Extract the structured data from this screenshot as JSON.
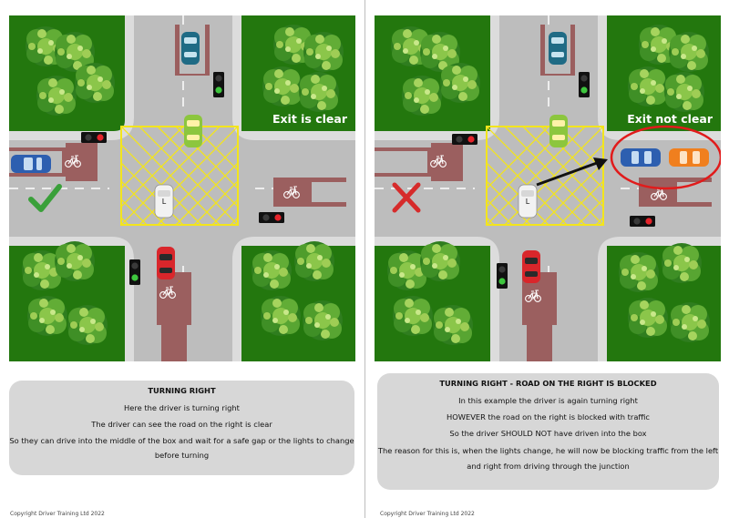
{
  "left_panel": {
    "exit_label": "Exit is clear",
    "title": "TURNING RIGHT",
    "lines": [
      "Here the driver is turning right",
      "The driver can see the road on the right is clear",
      "So they can drive into the middle of the box and wait for a safe gap or the lights to change",
      "before turning"
    ],
    "copyright": "Copyright Driver Training Ltd 2022"
  },
  "right_panel": {
    "exit_label": "Exit not clear",
    "title": "TURNING RIGHT - ROAD ON THE RIGHT IS BLOCKED",
    "lines": [
      "In this example the driver is again turning right",
      "HOWEVER the road on the right is blocked with traffic",
      "So the driver SHOULD NOT have driven into the box",
      "The reason for this is, when the lights change, he will now be blocking traffic from the left",
      "and right from driving through the junction"
    ],
    "copyright": "Copyright Driver Training Ltd 2022"
  },
  "colors": {
    "grass": "#23770e",
    "road": "#bdbdbd",
    "pavement": "#dcdcdc",
    "cycle_lane": "#9b5f5f",
    "box_junction": "#f3e51c",
    "check": "#3aa03a",
    "cross": "#d62b2b",
    "highlight_ring": "#e11b1b"
  },
  "icons": [
    "check-icon",
    "cross-icon",
    "arrow-icon",
    "traffic-light-icon",
    "bicycle-icon",
    "tree-icon",
    "car-icon"
  ]
}
